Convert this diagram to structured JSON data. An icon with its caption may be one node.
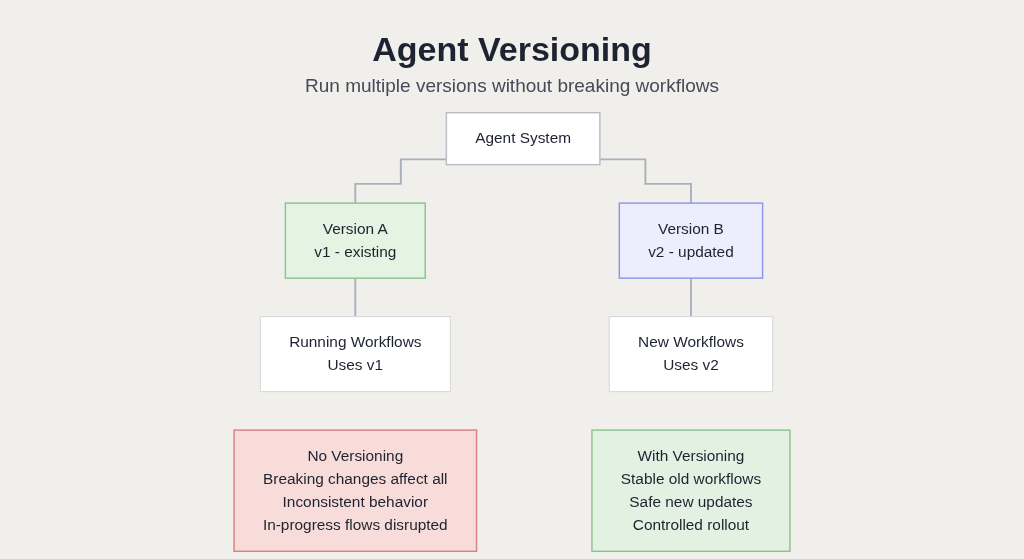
{
  "diagram": {
    "title": "Agent Versioning",
    "caption": "Run multiple versions without breaking workflows",
    "nodes": [
      {
        "text": [
          "Agent System"
        ]
      },
      {
        "text": [
          "Version A",
          "v1 - existing"
        ]
      },
      {
        "text": [
          "Version B",
          "v2 - updated"
        ]
      },
      {
        "text": [
          "Running Workflows",
          "Uses v1"
        ]
      },
      {
        "text": [
          "New Workflows",
          "Uses v2"
        ]
      },
      {
        "text": [
          "No Versioning",
          "Breaking changes affect all",
          "Inconsistent behavior",
          "In-progress flows disrupted"
        ]
      },
      {
        "text": [
          "With Versioning",
          "Stable old workflows",
          "Safe new updates",
          "Controlled rollout"
        ]
      }
    ],
    "edges": [
      {
        "from": 0,
        "to": 1,
        "arrow": "none"
      },
      {
        "from": 0,
        "to": 2,
        "arrow": "none"
      },
      {
        "from": 1,
        "to": 3,
        "arrow": "none"
      },
      {
        "from": 2,
        "to": 4,
        "arrow": "none"
      }
    ]
  }
}
